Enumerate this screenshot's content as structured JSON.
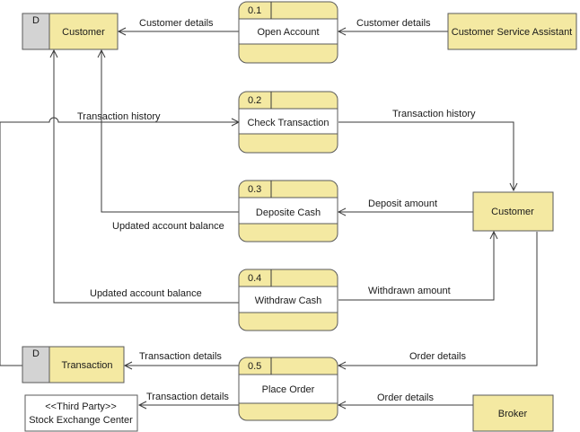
{
  "colors": {
    "fill": "#f4e9a2",
    "store_id_fill": "#d3d3d3",
    "line": "#3a3a3a"
  },
  "stores": {
    "customer": {
      "id": "D",
      "name": "Customer"
    },
    "transaction": {
      "id": "D",
      "name": "Transaction"
    }
  },
  "externals": {
    "csa": "Customer Service Assistant",
    "customer": "Customer",
    "broker": "Broker",
    "third_party_line1": "<<Third Party>>",
    "third_party_line2": "Stock Exchange Center"
  },
  "processes": {
    "p1": {
      "id": "0.1",
      "name": "Open Account"
    },
    "p2": {
      "id": "0.2",
      "name": "Check Transaction"
    },
    "p3": {
      "id": "0.3",
      "name": "Deposite Cash"
    },
    "p4": {
      "id": "0.4",
      "name": "Withdraw Cash"
    },
    "p5": {
      "id": "0.5",
      "name": "Place Order"
    }
  },
  "flows": {
    "p1_to_store_customer": "Customer details",
    "csa_to_p1": "Customer details",
    "store_to_p2": "Transaction history",
    "p2_to_customer": "Transaction history",
    "customer_to_p3": "Deposit amount",
    "p3_to_store": "Updated account balance",
    "p4_to_customer": "Withdrawn amount",
    "p4_to_store": "Updated account balance",
    "p5_to_transaction": "Transaction details",
    "p5_to_third_party": "Transaction details",
    "customer_to_p5": "Order details",
    "broker_to_p5": "Order details"
  }
}
